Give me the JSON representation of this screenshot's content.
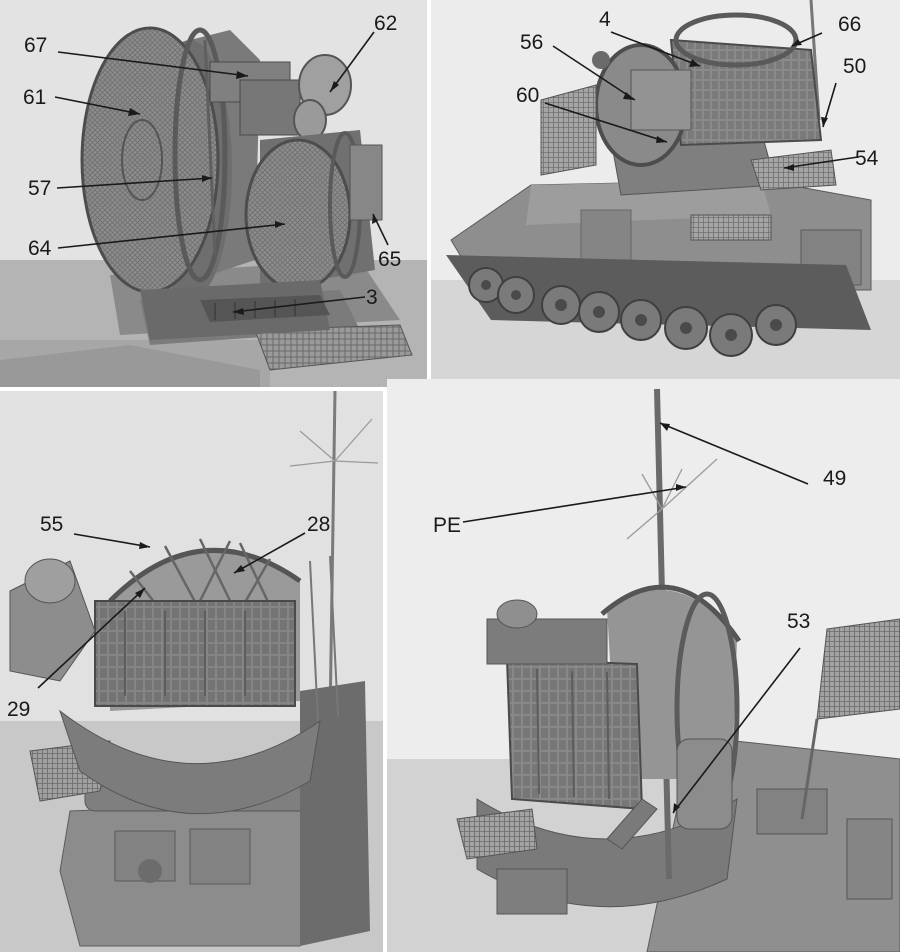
{
  "panels": [
    {
      "name": "top-left",
      "labels": [
        "67",
        "62",
        "61",
        "57",
        "64",
        "65",
        "3"
      ]
    },
    {
      "name": "top-right",
      "labels": [
        "4",
        "66",
        "56",
        "50",
        "60",
        "54"
      ]
    },
    {
      "name": "bottom-left",
      "labels": [
        "55",
        "28",
        "29"
      ]
    },
    {
      "name": "bottom-right",
      "labels": [
        "49",
        "PE",
        "53"
      ]
    }
  ]
}
